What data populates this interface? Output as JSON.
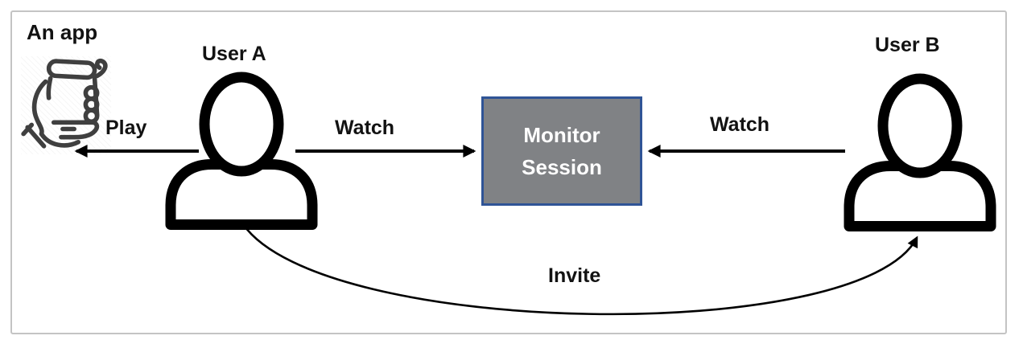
{
  "diagram": {
    "nodes": {
      "app": {
        "label": "An app"
      },
      "user_a": {
        "label": "User A"
      },
      "user_b": {
        "label": "User B"
      },
      "monitor_session": {
        "label": "Monitor Session",
        "fill": "#808285",
        "border": "#2F5496",
        "text_color": "#ffffff"
      }
    },
    "edges": [
      {
        "label": "Play",
        "from": "User A",
        "to": "An app",
        "style": "straight-left"
      },
      {
        "label": "Watch",
        "from": "User A",
        "to": "Monitor Session",
        "style": "straight-right"
      },
      {
        "label": "Watch",
        "from": "User B",
        "to": "Monitor Session",
        "style": "straight-left"
      },
      {
        "label": "Invite",
        "from": "User A",
        "to": "User B",
        "style": "curved-down"
      }
    ],
    "colors": {
      "arrow": "#000000",
      "person": "#000000",
      "app_icon_stroke": "#3f3f3f",
      "frame_border": "#c4c4c4"
    }
  }
}
